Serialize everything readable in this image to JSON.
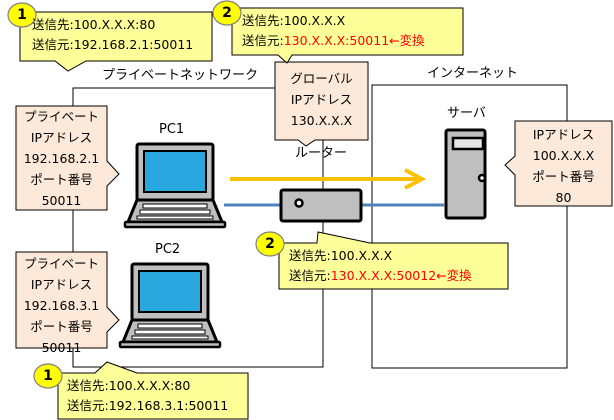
{
  "zones": {
    "private_network": "プライベートネットワーク",
    "internet": "インターネット"
  },
  "devices": {
    "pc1": "PC1",
    "pc2": "PC2",
    "router": "ルーター",
    "server": "サーバ"
  },
  "info_boxes": {
    "pc1": [
      "プライベート",
      "IPアドレス",
      "192.168.2.1",
      "ポート番号",
      "50011"
    ],
    "pc2": [
      "プライベート",
      "IPアドレス",
      "192.168.3.1",
      "ポート番号",
      "50011"
    ],
    "router": [
      "グローバル",
      "IPアドレス",
      "130.X.X.X"
    ],
    "server": [
      "IPアドレス",
      "100.X.X.X",
      "ポート番号",
      "80"
    ]
  },
  "packets": [
    {
      "step": "1",
      "dest_label": "送信先:",
      "dest_value": "100.X.X.X:80",
      "src_label": "送信元:",
      "src_value": "192.168.2.1:50011",
      "src_note": ""
    },
    {
      "step": "2",
      "dest_label": "送信先:",
      "dest_value": "100.X.X.X",
      "src_label": "送信元:",
      "src_value": "130.X.X.X:50011",
      "src_note": "←変換"
    },
    {
      "step": "2",
      "dest_label": "送信先:",
      "dest_value": "100.X.X.X",
      "src_label": "送信元:",
      "src_value": "130.X.X.X:50012",
      "src_note": "←変換"
    },
    {
      "step": "1",
      "dest_label": "送信先:",
      "dest_value": "100.X.X.X:80",
      "src_label": "送信元:",
      "src_value": "192.168.3.1:50011",
      "src_note": ""
    }
  ],
  "colors": {
    "callout_fill": "#fde9d9",
    "packet_fill": "#ffff99",
    "badge_fill": "#ffff00",
    "arrow": "#ffc000",
    "cable": "#4f81bd",
    "screen": "#29a8e0",
    "device_gray": "#bfbfbf",
    "highlight_text": "#ff0000"
  }
}
